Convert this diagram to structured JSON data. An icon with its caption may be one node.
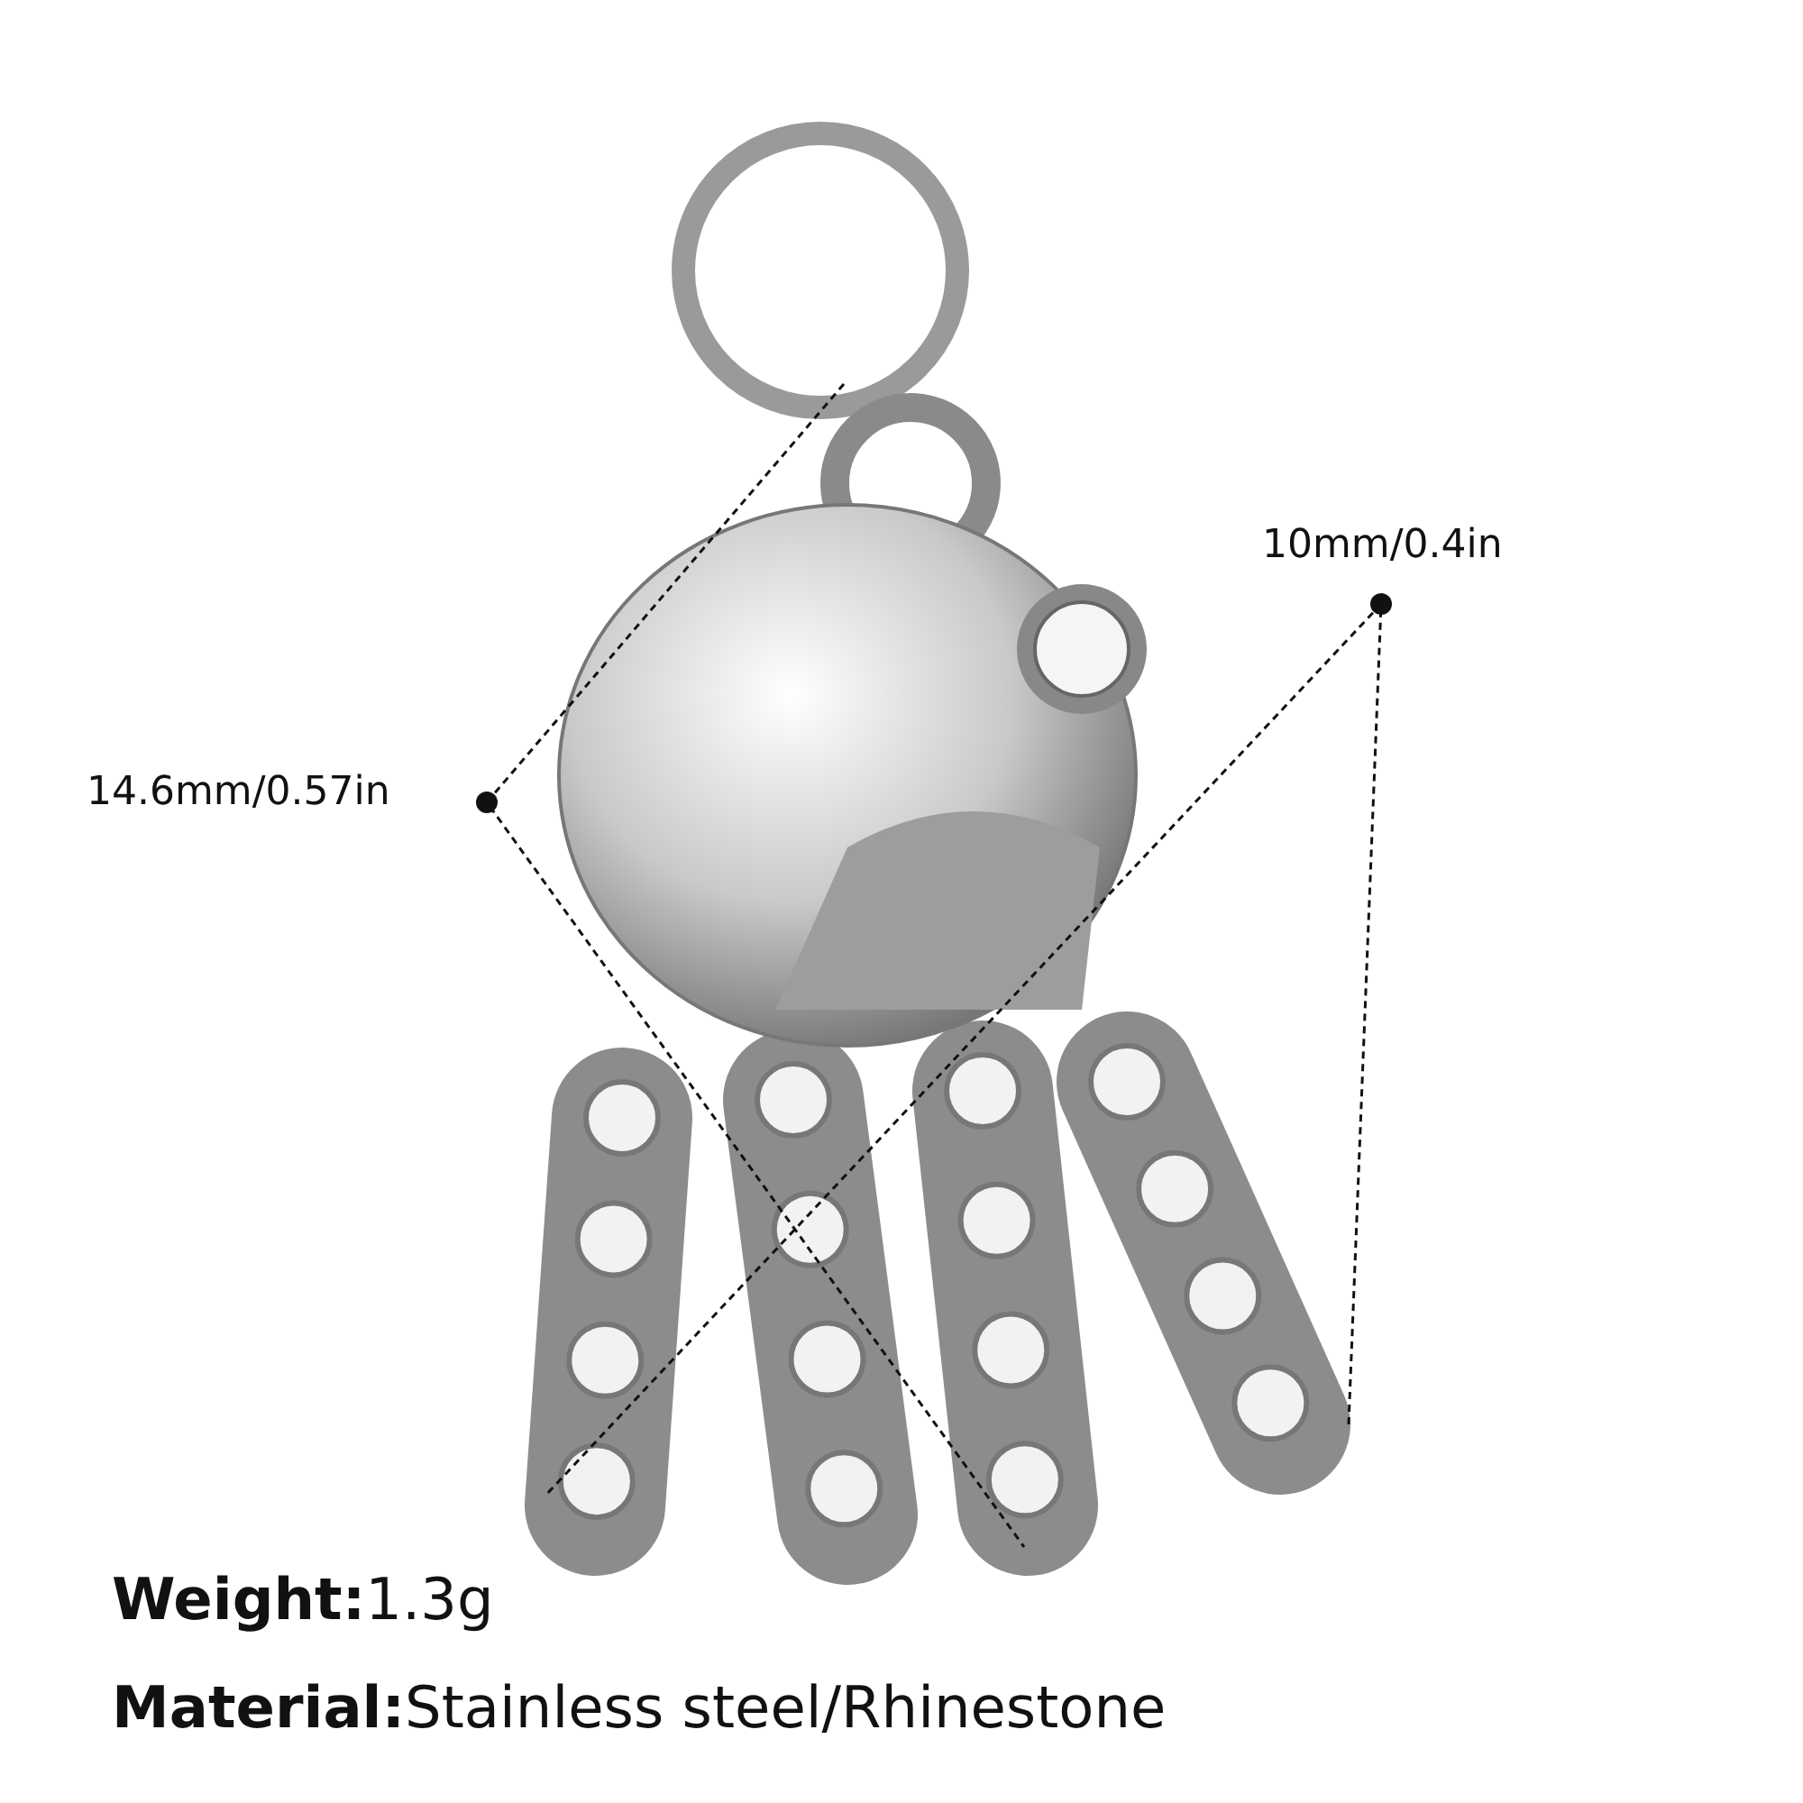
{
  "diagram": {
    "labels": [
      "10mm/0.4in",
      "14.6mm/0.57in",
      "**Weight:**1.3g",
      "**Material:**Stainless steel/Rhinestone"
    ]
  }
}
